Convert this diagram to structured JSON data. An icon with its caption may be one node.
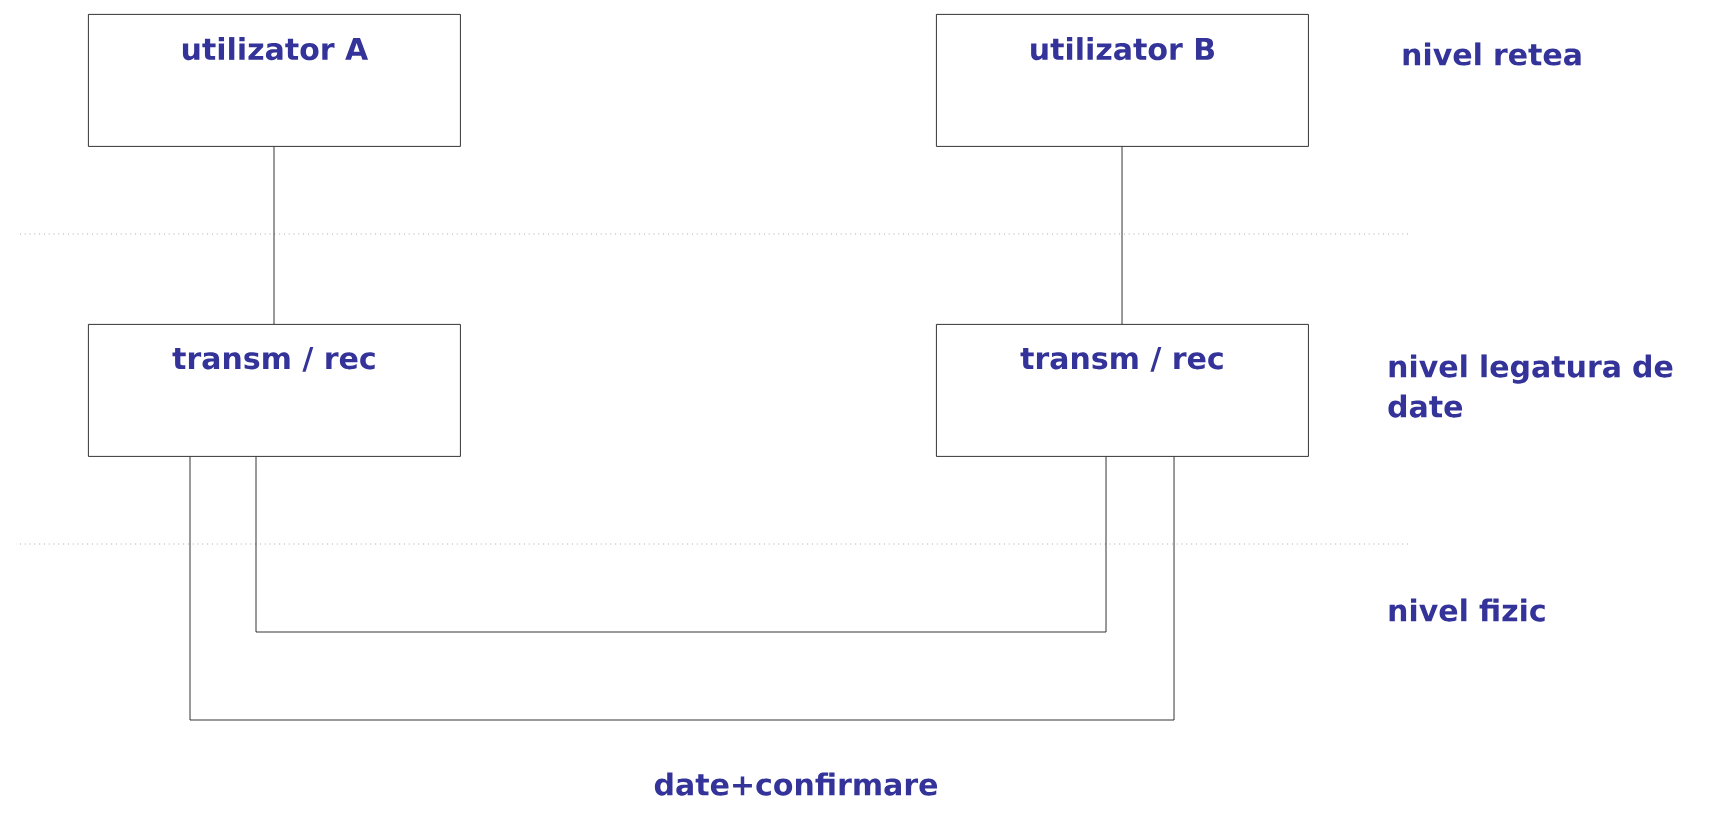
{
  "diagram": {
    "nodes": [
      {
        "text": [
          "utilizator A"
        ]
      },
      {
        "text": [
          "utilizator B"
        ]
      },
      {
        "text": [
          "transm / rec"
        ]
      },
      {
        "text": [
          "transm / rec"
        ]
      }
    ],
    "edges": [
      {
        "from": 0,
        "to": 2,
        "arrow": "none"
      },
      {
        "from": 1,
        "to": 3,
        "arrow": "none"
      },
      {
        "from": 2,
        "to": 3,
        "arrow": "none"
      },
      {
        "from": 2,
        "to": 3,
        "arrow": "none"
      }
    ],
    "labels": [
      "nivel retea",
      "nivel legatura de date",
      "nivel fizic",
      "date+confirmare"
    ]
  }
}
